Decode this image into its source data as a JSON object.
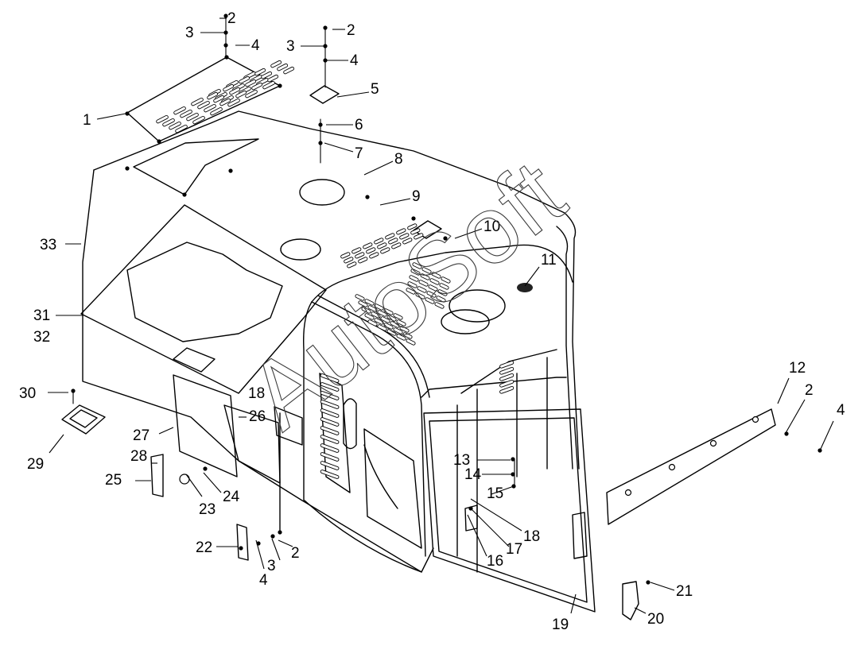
{
  "diagram": {
    "watermark": "AutoSoft",
    "callouts": [
      "1",
      "2",
      "3",
      "4",
      "5",
      "6",
      "7",
      "8",
      "9",
      "10",
      "11",
      "12",
      "13",
      "14",
      "15",
      "16",
      "17",
      "18",
      "19",
      "20",
      "21",
      "22",
      "23",
      "24",
      "25",
      "26",
      "27",
      "28",
      "29",
      "30",
      "31",
      "32",
      "33"
    ]
  }
}
